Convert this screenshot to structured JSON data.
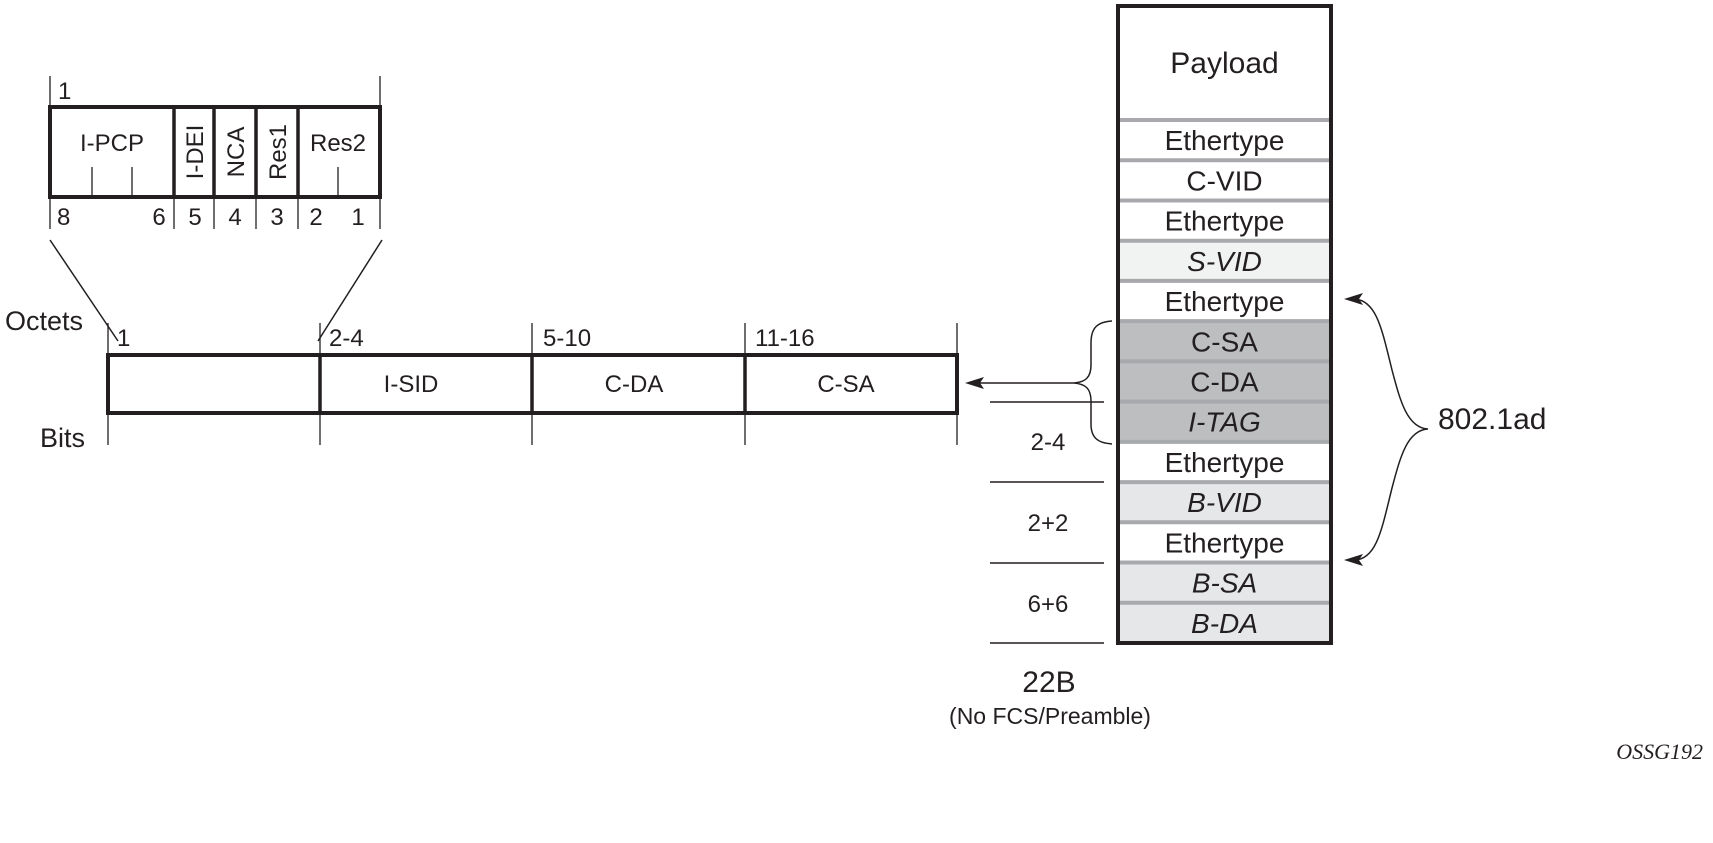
{
  "colors": {
    "ink": "#231f20",
    "divider": "#a7a9ac",
    "shade_dark": "#bcbec0",
    "shade_light": "#e6e7e8",
    "shade_faint": "#f1f2f2",
    "white": "#ffffff"
  },
  "bit_field": {
    "top_label": "1",
    "fields": [
      {
        "label": "I-PCP",
        "vertical": false
      },
      {
        "label": "I-DEI",
        "vertical": true
      },
      {
        "label": "NCA",
        "vertical": true
      },
      {
        "label": "Res1",
        "vertical": true
      },
      {
        "label": "Res2",
        "vertical": false
      }
    ],
    "bit_numbers": [
      "8",
      "6",
      "5",
      "4",
      "3",
      "2",
      "1"
    ]
  },
  "octet_frame": {
    "octets_label": "Octets",
    "bits_label": "Bits",
    "segments": [
      {
        "octets": "1",
        "label": ""
      },
      {
        "octets": "2-4",
        "label": "I-SID"
      },
      {
        "octets": "5-10",
        "label": "C-DA"
      },
      {
        "octets": "11-16",
        "label": "C-SA"
      }
    ]
  },
  "frame_stack": {
    "rows": [
      {
        "label": "Payload",
        "italic": false,
        "shade": "white"
      },
      {
        "label": "Ethertype",
        "italic": false,
        "shade": "white"
      },
      {
        "label": "C-VID",
        "italic": false,
        "shade": "white"
      },
      {
        "label": "Ethertype",
        "italic": false,
        "shade": "white"
      },
      {
        "label": "S-VID",
        "italic": true,
        "shade": "faint"
      },
      {
        "label": "Ethertype",
        "italic": false,
        "shade": "white"
      },
      {
        "label": "C-SA",
        "italic": false,
        "shade": "dark"
      },
      {
        "label": "C-DA",
        "italic": false,
        "shade": "dark"
      },
      {
        "label": "I-TAG",
        "italic": true,
        "shade": "dark"
      },
      {
        "label": "Ethertype",
        "italic": false,
        "shade": "white"
      },
      {
        "label": "B-VID",
        "italic": true,
        "shade": "light"
      },
      {
        "label": "Ethertype",
        "italic": false,
        "shade": "white"
      },
      {
        "label": "B-SA",
        "italic": true,
        "shade": "light"
      },
      {
        "label": "B-DA",
        "italic": true,
        "shade": "light"
      }
    ]
  },
  "size_labels": [
    "2-4",
    "2+2",
    "6+6"
  ],
  "total": {
    "size": "22B",
    "note": "(No FCS/Preamble)"
  },
  "brace_label": "802.1ad",
  "figure_id": "OSSG192"
}
